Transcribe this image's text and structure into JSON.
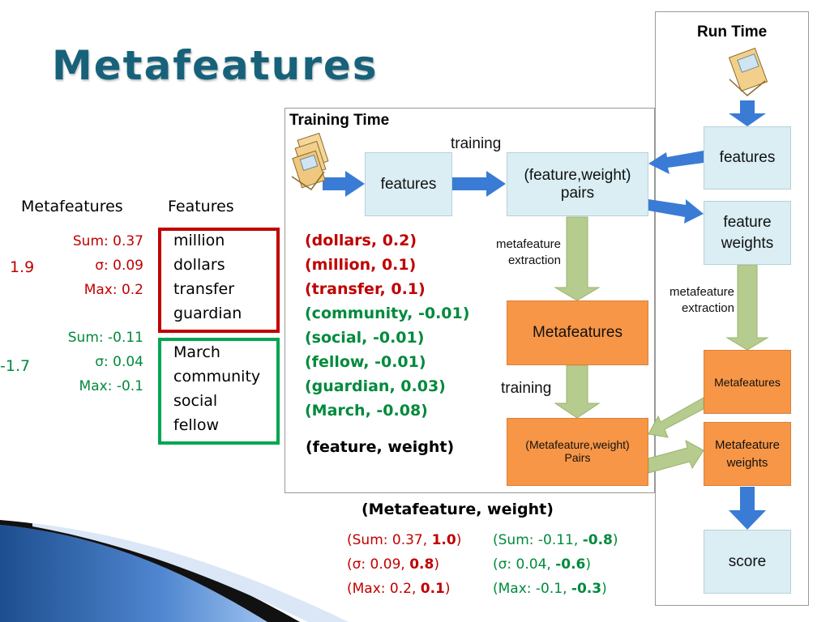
{
  "title": "Metafeatures",
  "run_time": {
    "label": "Run Time",
    "features": "features",
    "feature_weights": "feature weights",
    "metafeature_extraction": "metafeature extraction",
    "metafeatures": "Metafeatures",
    "metafeature_weights": "Metafeature weights",
    "score": "score"
  },
  "training_time": {
    "label": "Training Time",
    "training_top": "training",
    "features": "features",
    "pairs_box": "(feature,weight) pairs",
    "metafeature_extraction": "metafeature extraction",
    "metafeatures": "Metafeatures",
    "training_bottom": "training",
    "mf_pairs_box": "(Metafeature,weight) Pairs",
    "feature_weight_pairs": [
      {
        "text": "(dollars, 0.2)",
        "color": "#c00000"
      },
      {
        "text": "(million, 0.1)",
        "color": "#c00000"
      },
      {
        "text": "(transfer, 0.1)",
        "color": "#c00000"
      },
      {
        "text": "(community, -0.01)",
        "color": "#008a3c"
      },
      {
        "text": "(social, -0.01)",
        "color": "#008a3c"
      },
      {
        "text": "(fellow, -0.01)",
        "color": "#008a3c"
      },
      {
        "text": "(guardian, 0.03)",
        "color": "#008a3c"
      },
      {
        "text": "(March, -0.08)",
        "color": "#008a3c"
      }
    ],
    "pairs_caption": "(feature, weight)"
  },
  "left": {
    "metafeatures_header": "Metafeatures",
    "features_header": "Features",
    "group1": {
      "value": "1.9",
      "stats": [
        "Sum: 0.37",
        "σ: 0.09",
        "Max: 0.2"
      ],
      "words": [
        "million",
        "dollars",
        "transfer",
        "guardian"
      ]
    },
    "group2": {
      "value": "-1.7",
      "stats": [
        "Sum: -0.11",
        "σ: 0.04",
        "Max: -0.1"
      ],
      "words": [
        "March",
        "community",
        "social",
        "fellow"
      ]
    }
  },
  "bottom": {
    "caption": "(Metafeature, weight)",
    "rows": [
      {
        "left_pre": "(Sum: 0.37, ",
        "left_bold": "1.0",
        "left_post": ")",
        "right_pre": "(Sum: -0.11, ",
        "right_bold": "-0.8",
        "right_post": ")"
      },
      {
        "left_pre": "(σ: 0.09, ",
        "left_bold": "0.8",
        "left_post": ")",
        "right_pre": "(σ: 0.04, ",
        "right_bold": "-0.6",
        "right_post": ")"
      },
      {
        "left_pre": "(Max: 0.2, ",
        "left_bold": "0.1",
        "left_post": ")",
        "right_pre": "(Max: -0.1, ",
        "right_bold": "-0.3",
        "right_post": ")"
      }
    ]
  },
  "colors": {
    "title": "#17627a",
    "red": "#c00000",
    "green": "#008a3c",
    "blue_box": "#daeef3",
    "orange_box": "#f79646",
    "arrow_blue": "#3a7bd5",
    "arrow_green": "#b5cc8e"
  }
}
